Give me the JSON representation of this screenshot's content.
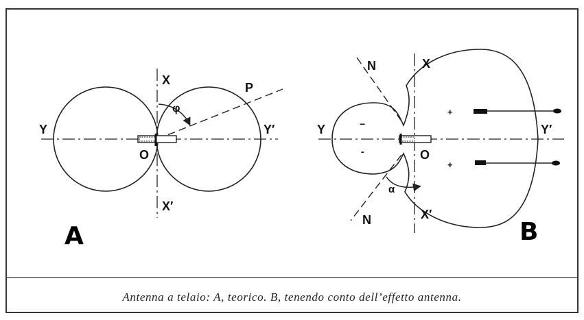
{
  "figure_a": {
    "axis_top": "X",
    "axis_bottom": "X′",
    "axis_left": "Y",
    "axis_right": "Y′",
    "origin": "O",
    "direction_point": "P",
    "angle": "φ",
    "panel_label": "A"
  },
  "figure_b": {
    "axis_top": "X",
    "axis_bottom": "X′",
    "axis_left": "Y",
    "axis_right": "Y′",
    "origin": "O",
    "null_top": "N",
    "null_bottom": "N",
    "angle": "α",
    "sign_left_top": "−",
    "sign_left_bottom": "-",
    "sign_right_top": "+",
    "sign_right_bottom": "+",
    "panel_label": "B"
  },
  "caption": "Antenna a telaio: A, teorico. B, tenendo conto dell’effetto antenna."
}
